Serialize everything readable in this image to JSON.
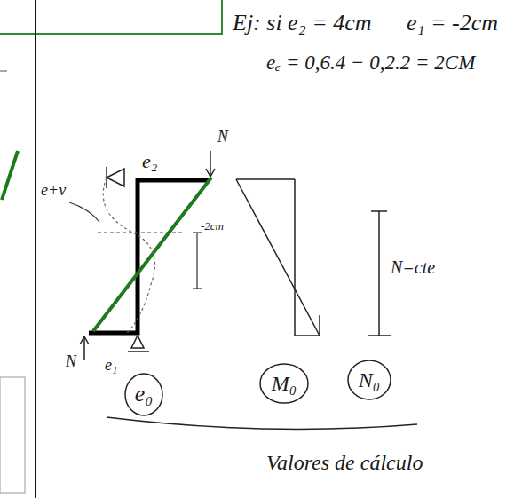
{
  "diagram": {
    "nodes": [
      {
        "text": [
          "e₀"
        ]
      },
      {
        "text": [
          "M₀"
        ]
      },
      {
        "text": [
          "N₀"
        ]
      }
    ],
    "labels": [
      "Ej: si e₂ = 4cm",
      "e₁ = -2cm",
      "eₑ = 0,6.4 − 0,2.2 = 2CM",
      "e₂",
      "N",
      "e+v",
      "-2cm",
      "N=cte",
      "N",
      "e₁",
      "Valores de cálculo"
    ]
  }
}
